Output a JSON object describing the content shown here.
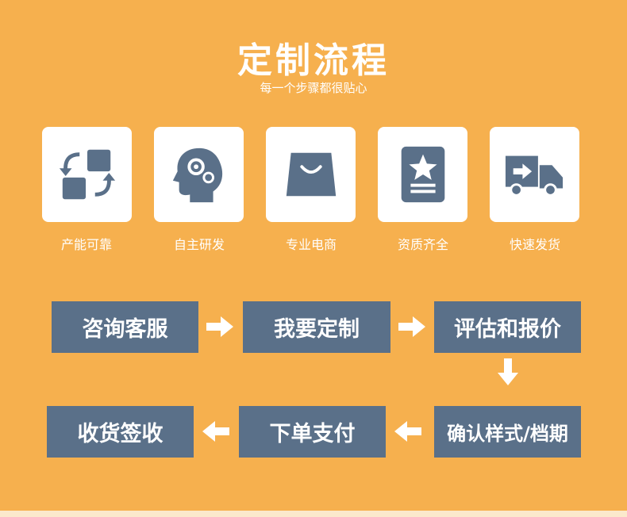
{
  "header": {
    "title": "定制流程",
    "subtitle": "每一个步骤都很贴心"
  },
  "features": [
    {
      "label": "产能可靠",
      "icon": "swap-blocks-icon"
    },
    {
      "label": "自主研发",
      "icon": "brain-gears-icon"
    },
    {
      "label": "专业电商",
      "icon": "shopping-bag-icon"
    },
    {
      "label": "资质齐全",
      "icon": "certificate-star-icon"
    },
    {
      "label": "快速发货",
      "icon": "delivery-truck-icon"
    }
  ],
  "steps": [
    {
      "label": "咨询客服"
    },
    {
      "label": "我要定制"
    },
    {
      "label": "评估和报价"
    },
    {
      "label": "确认样式/档期"
    },
    {
      "label": "下单支付"
    },
    {
      "label": "收货签收"
    }
  ],
  "colors": {
    "background": "#f6b04e",
    "step_box": "#5a7089",
    "icon": "#5a7089",
    "text": "#ffffff"
  }
}
